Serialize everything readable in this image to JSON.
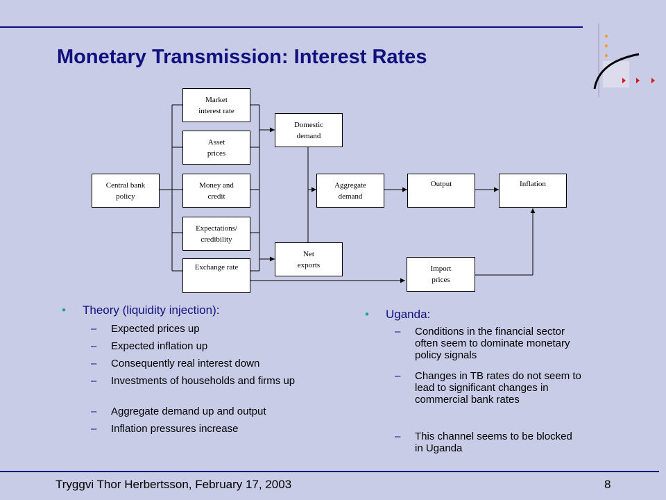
{
  "slide": {
    "title": "Monetary Transmission: Interest Rates",
    "page_number": "8",
    "footer": "Tryggvi Thor Herbertsson, February 17, 2003"
  },
  "diagram": {
    "central": "Central bank\npolicy",
    "channels": {
      "market_rate": "Market\ninterest rate",
      "asset_prices": "Asset\nprices",
      "money_credit": "Money and\ncredit",
      "expectations": "Expectations/\ncredibility",
      "exchange_rate": "Exchange rate"
    },
    "domestic_demand": "Domestic\ndemand",
    "net_exports": "Net\nexports",
    "aggregate_demand": "Aggregate\ndemand",
    "output": "Output",
    "inflation": "Inflation",
    "import_prices": "Import\nprices"
  },
  "theory": {
    "heading": "Theory (liquidity injection):",
    "items": [
      "Expected prices up",
      "Expected inflation up",
      "Consequently real interest down",
      "Investments of households and firms up",
      "Aggregate demand up and output",
      "Inflation pressures increase"
    ]
  },
  "uganda": {
    "heading": "Uganda:",
    "items": [
      "Conditions in the financial sector often seem to dominate monetary policy signals",
      "Changes in TB rates do not seem to lead to significant changes in commercial bank rates",
      "This channel seems to be blocked in Uganda"
    ]
  },
  "colors": {
    "background": "#c8cce6",
    "title": "#10107f",
    "bullet": "#22a0a8",
    "logo_dots": "#f0a030",
    "logo_arrows": "#d01818"
  }
}
